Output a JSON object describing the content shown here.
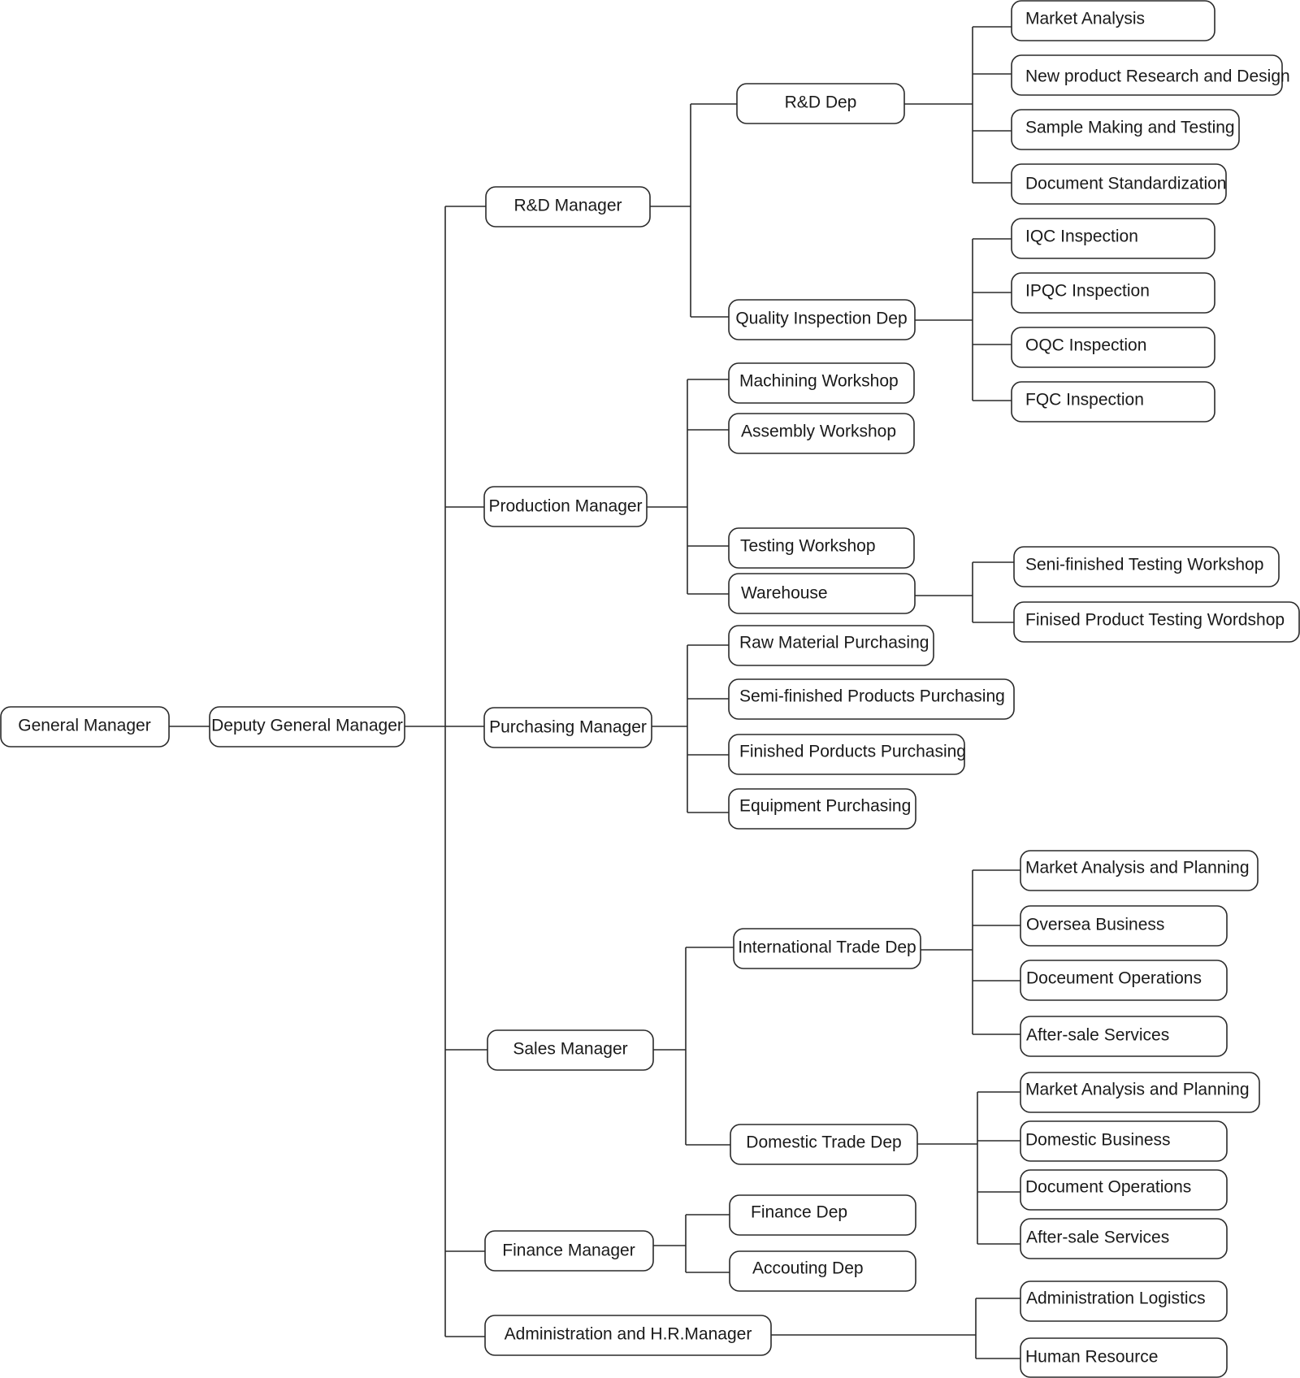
{
  "nodes": {
    "general_manager": "General Manager",
    "deputy_general_manager": "Deputy General Manager",
    "rd_manager": "R&D Manager",
    "production_manager": "Production Manager",
    "purchasing_manager": "Purchasing Manager",
    "sales_manager": "Sales Manager",
    "finance_manager": "Finance Manager",
    "admin_hr_manager": "Administration and H.R.Manager",
    "rd_dep": "R&D Dep",
    "quality_inspection_dep": "Quality Inspection Dep",
    "market_analysis": "Market Analysis",
    "new_product_research": "New product Research and Design",
    "sample_making": "Sample Making and Testing",
    "document_standardization": "Document Standardization",
    "iqc_inspection": "IQC Inspection",
    "ipqc_inspection": "IPQC Inspection",
    "oqc_inspection": "OQC Inspection",
    "fqc_inspection": "FQC Inspection",
    "machining_workshop": "Machining Workshop",
    "assembly_workshop": "Assembly Workshop",
    "testing_workshop": "Testing Workshop",
    "warehouse": "Warehouse",
    "semi_finished_testing": "Seni-finished Testing Workshop",
    "finished_product_testing": "Finised Product Testing Wordshop",
    "raw_material_purchasing": "Raw Material Purchasing",
    "semi_finished_purchasing": "Semi-finished Products Purchasing",
    "finished_products_purchasing": "Finished Porducts Purchasing",
    "equipment_purchasing": "Equipment Purchasing",
    "international_trade_dep": "International Trade Dep",
    "domestic_trade_dep": "Domestic Trade Dep",
    "intl_market_analysis": "Market Analysis and Planning",
    "oversea_business": "Oversea Business",
    "doceument_operations": "Doceument Operations",
    "intl_after_sale": "After-sale Services",
    "dom_market_analysis": "Market Analysis and Planning",
    "domestic_business": "Domestic Business",
    "document_operations": "Document Operations",
    "dom_after_sale": "After-sale Services",
    "finance_dep": "Finance Dep",
    "accouting_dep": "Accouting Dep",
    "administration_logistics": "Administration Logistics",
    "human_resource": "Human Resource"
  }
}
